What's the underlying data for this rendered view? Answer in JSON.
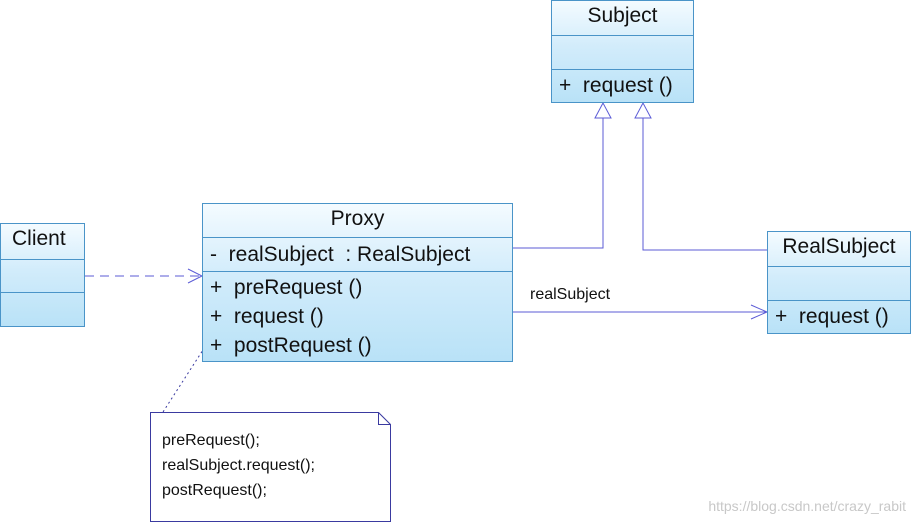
{
  "classes": {
    "subject": {
      "name": "Subject",
      "operations": [
        "+  request ()"
      ]
    },
    "proxy": {
      "name": "Proxy",
      "attributes": [
        "-  realSubject  : RealSubject"
      ],
      "operations": [
        "+  preRequest ()",
        "+  request ()",
        "+  postRequest ()"
      ]
    },
    "client": {
      "name": "Client"
    },
    "real_subject": {
      "name": "RealSubject",
      "operations": [
        "+  request ()"
      ]
    }
  },
  "association": {
    "label": "realSubject"
  },
  "note": {
    "lines": [
      "preRequest();",
      "realSubject.request();",
      "postRequest();"
    ]
  },
  "watermark": "https://blog.csdn.net/crazy_rabit",
  "colors": {
    "class_border": "#4a94c8",
    "class_fill": "#b9e2f7",
    "connector": "#5b5bd6",
    "note_border": "#3a3aa0"
  }
}
